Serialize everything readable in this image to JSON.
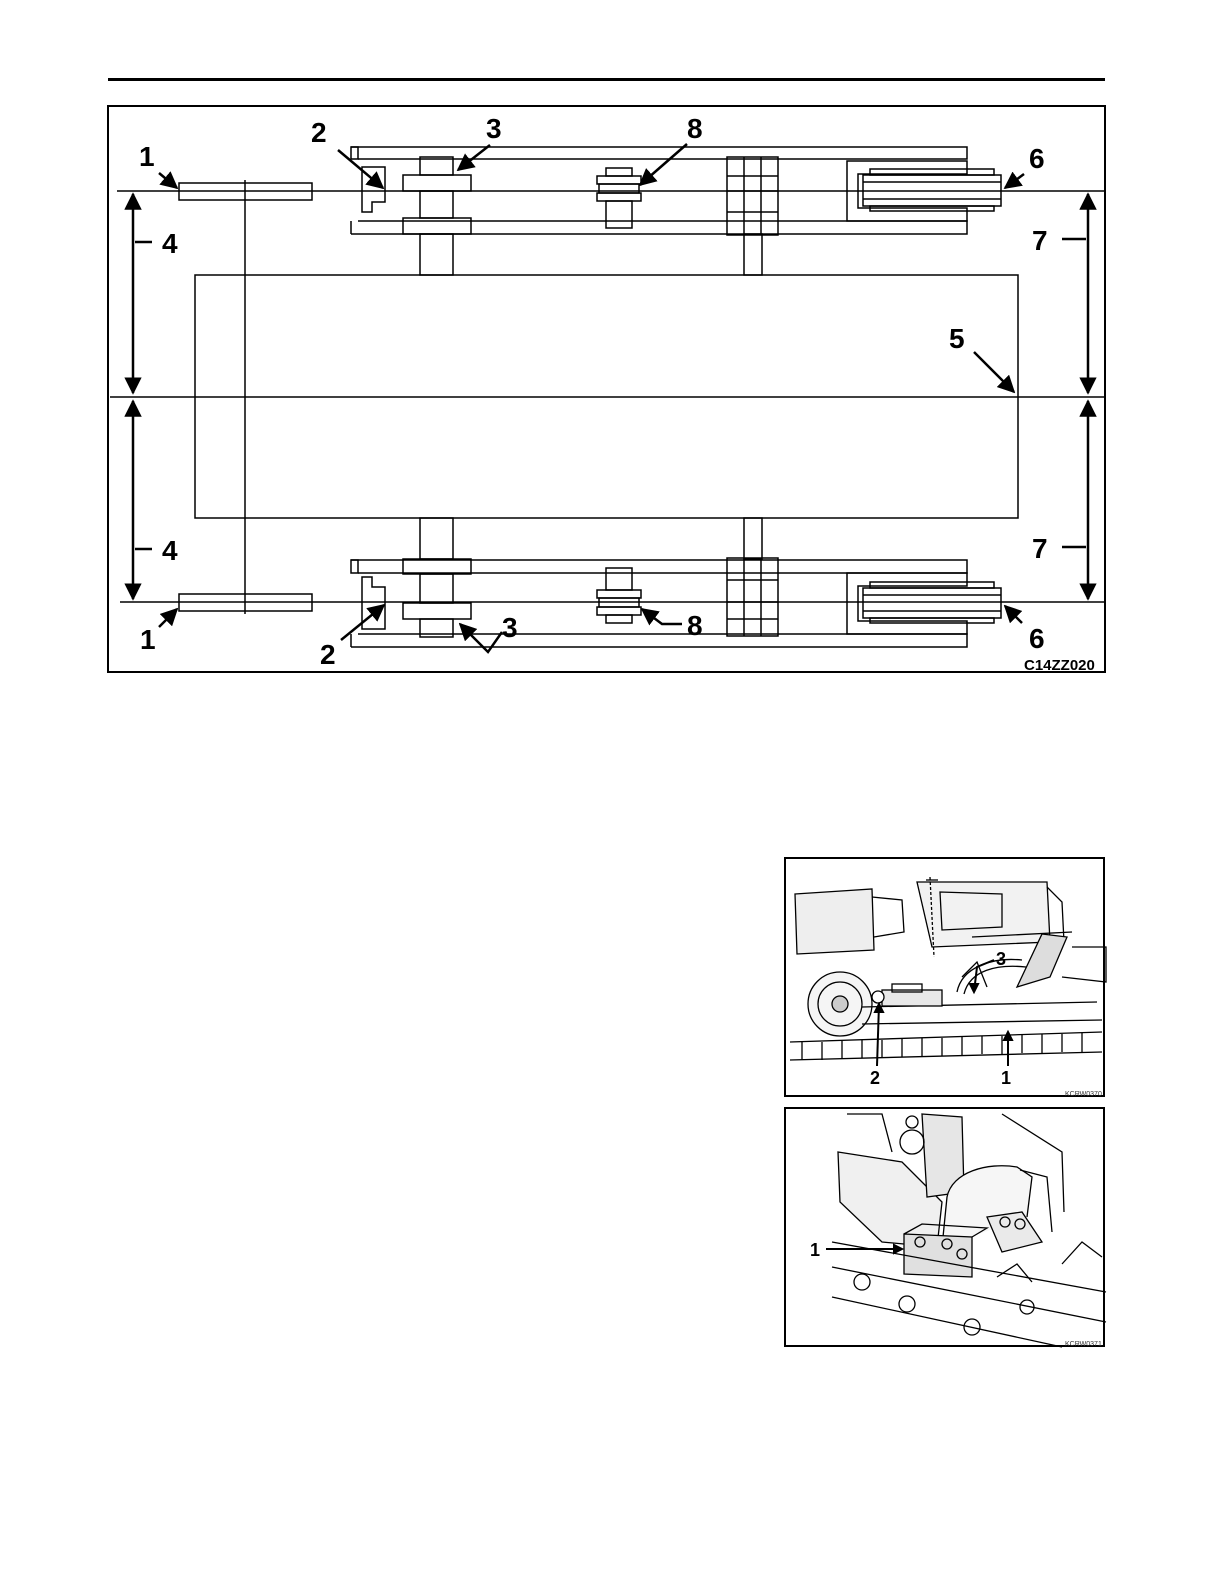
{
  "header": {
    "rule": true
  },
  "diagram": {
    "code": "C14ZZ020",
    "callouts": {
      "c1_top": "1",
      "c1_bot": "1",
      "c2_top": "2",
      "c2_bot": "2",
      "c3_top": "3",
      "c3_bot": "3",
      "c4_top": "4",
      "c4_bot": "4",
      "c5": "5",
      "c6_top": "6",
      "c6_bot": "6",
      "c7_top": "7",
      "c7_bot": "7",
      "c8_top": "8",
      "c8_bot": "8"
    }
  },
  "photo1": {
    "code": "KCRW0370",
    "callouts": {
      "c1": "1",
      "c2": "2",
      "c3": "3"
    }
  },
  "photo2": {
    "code": "KCRW0371",
    "callouts": {
      "c1": "1"
    }
  }
}
